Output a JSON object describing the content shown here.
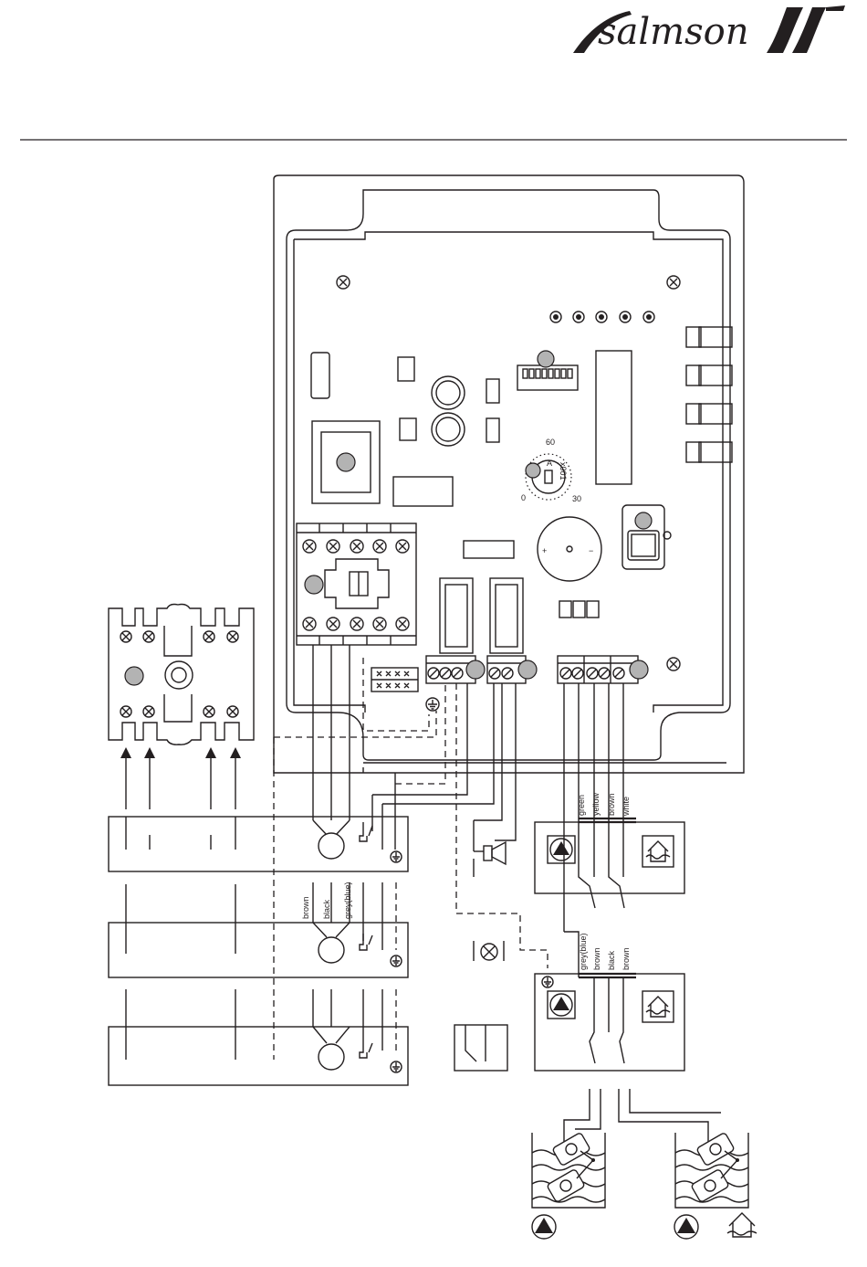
{
  "logo": {
    "text": "salmson"
  },
  "timer": {
    "scale_top": "60",
    "scale_left": "0",
    "scale_right": "30",
    "unit_a": "A",
    "unit_b": "x001",
    "unit_c": "1"
  },
  "buzzer": {
    "plus": "+",
    "minus": "−"
  },
  "motor_cable_labels": [
    "brown",
    "black",
    "grey(blue)"
  ],
  "float_switch_box_1_wires": [
    "green",
    "yellow",
    "brown",
    "white"
  ],
  "float_switch_box_2_wires": [
    "grey(blue)",
    "brown",
    "black",
    "brown"
  ],
  "icons": [
    "pump-icon",
    "high-water-alarm-icon",
    "earth-ground-icon",
    "lamp-icon",
    "horn-icon",
    "screw-icon",
    "float-switch-icon"
  ]
}
